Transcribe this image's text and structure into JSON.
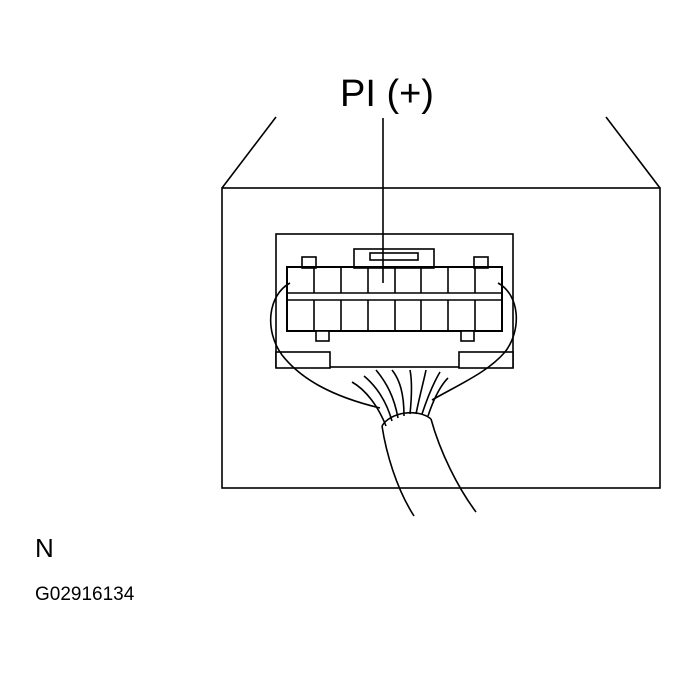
{
  "diagram": {
    "pin_label": "PI (+)",
    "connector_label": "N",
    "figure_id": "G02916134"
  }
}
